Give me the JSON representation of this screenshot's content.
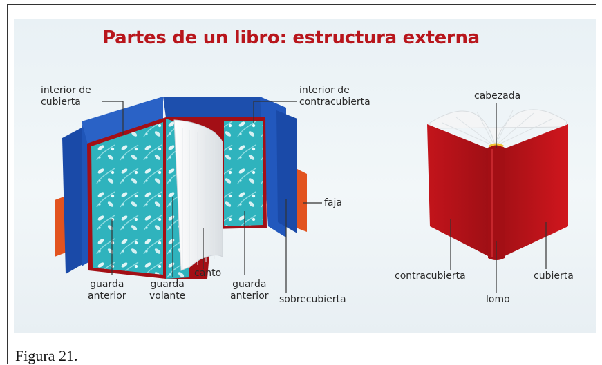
{
  "title": "Partes de un libro: estructura externa",
  "caption": "Figura 21.",
  "labels": {
    "interior_cubierta": "interior de\ncubierta",
    "interior_contracubierta": "interior de\ncontracubierta",
    "faja": "faja",
    "guarda_anterior_1": "guarda\nanterior",
    "guarda_volante": "guarda\nvolante",
    "canto": "canto",
    "guarda_anterior_2": "guarda\nanterior",
    "sobrecubierta": "sobrecubierta",
    "cabezada": "cabezada",
    "contracubierta": "contracubierta",
    "lomo": "lomo",
    "cubierta": "cubierta"
  },
  "colors": {
    "title": "#b8161c",
    "jacket_blue": "#1f55b8",
    "band_orange": "#e2531f",
    "endpaper_teal": "#2fb3bd",
    "cover_red": "#c0141b",
    "spine_red": "#a30f15"
  }
}
